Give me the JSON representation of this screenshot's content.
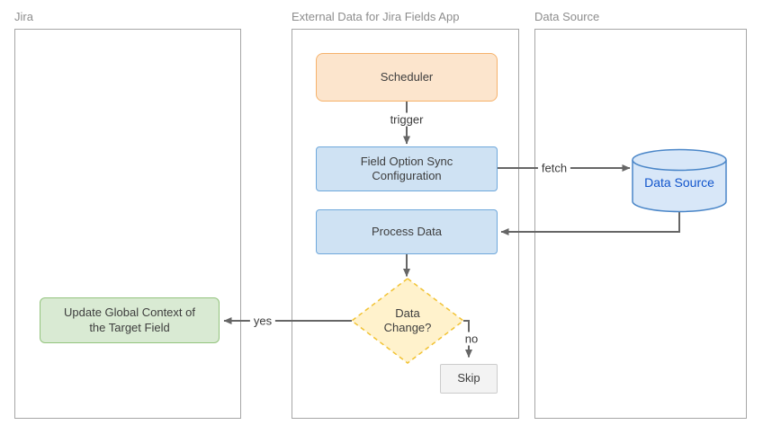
{
  "lanes": [
    {
      "id": "jira",
      "label": "Jira"
    },
    {
      "id": "external-app",
      "label": "External Data for Jira Fields App"
    },
    {
      "id": "data-source",
      "label": "Data Source"
    }
  ],
  "nodes": {
    "scheduler": {
      "label": "Scheduler",
      "type": "process",
      "fill": "#FCE5CD",
      "border": "#F6B26B"
    },
    "field_option_sync": {
      "label": "Field Option Sync Configuration",
      "type": "process",
      "fill": "#CFE2F3",
      "border": "#6FA8DC"
    },
    "process_data": {
      "label": "Process Data",
      "type": "process",
      "fill": "#CFE2F3",
      "border": "#6FA8DC"
    },
    "data_change": {
      "label": "Data Change?",
      "type": "decision",
      "fill": "#FFF2CC",
      "border": "#F1C232"
    },
    "update_global_context": {
      "label": "Update Global Context of the Target Field",
      "type": "process",
      "fill": "#D9EAD3",
      "border": "#93C47D"
    },
    "skip": {
      "label": "Skip",
      "type": "process",
      "fill": "#F3F3F3",
      "border": "#CCCCCC"
    },
    "data_source_db": {
      "label": "Data Source",
      "type": "database",
      "fill": "#D8E7F8",
      "border": "#4A86C8",
      "text_color": "#1155CC"
    }
  },
  "edges": {
    "trigger": {
      "label": "trigger",
      "from": "scheduler",
      "to": "field_option_sync"
    },
    "fetch": {
      "label": "fetch",
      "from": "field_option_sync",
      "to": "data_source_db"
    },
    "db_return": {
      "label": "",
      "from": "data_source_db",
      "to": "process_data"
    },
    "decide": {
      "label": "",
      "from": "process_data",
      "to": "data_change"
    },
    "yes": {
      "label": "yes",
      "from": "data_change",
      "to": "update_global_context"
    },
    "no": {
      "label": "no",
      "from": "data_change",
      "to": "skip"
    }
  },
  "colors": {
    "connector": "#666666",
    "lane_border": "#A6A6A6",
    "lane_label": "#8D8D8D",
    "node_text": "#3D3D3D"
  }
}
